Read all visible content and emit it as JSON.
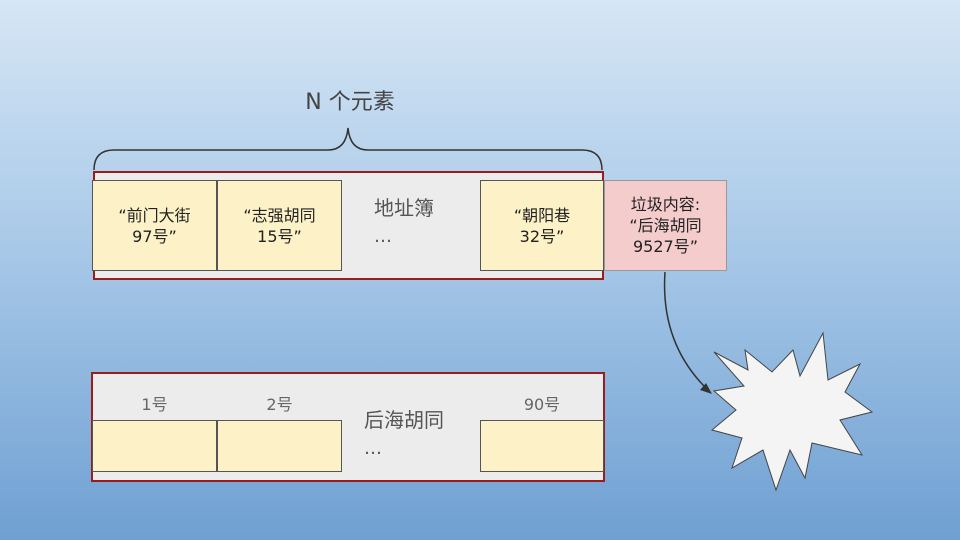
{
  "brace_label": "N 个元素",
  "address_book": {
    "title": "地址簿",
    "ellipsis": "…",
    "cells": [
      "“前门大街\n97号”",
      "“志强胡同\n15号”",
      "“朝阳巷\n32号”"
    ]
  },
  "garbage": {
    "text": "垃圾内容:\n“后海胡同\n9527号”"
  },
  "hutong": {
    "title": "后海胡同",
    "ellipsis": "…",
    "indices": [
      "1号",
      "2号",
      "90号"
    ]
  },
  "colors": {
    "frame": "#9b1c1c",
    "cell": "#fdf1c7",
    "garbage": "#f5cccc",
    "burst": "#f4f4f4"
  }
}
